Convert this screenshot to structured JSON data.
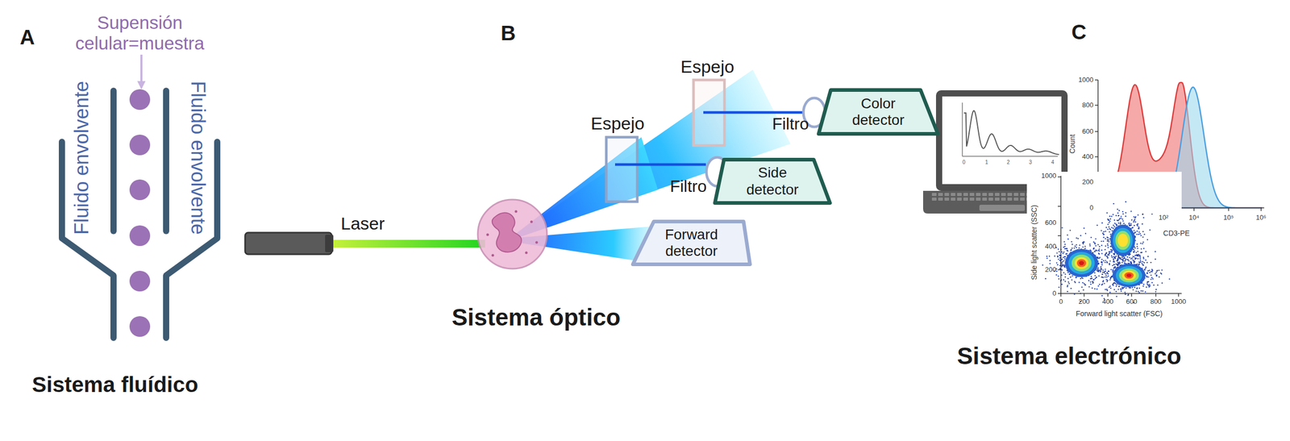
{
  "diagram": {
    "nodes": [
      {
        "text": [
          "Color detector"
        ]
      },
      {
        "text": [
          "Side detector"
        ]
      },
      {
        "text": [
          "Forward detector"
        ]
      }
    ],
    "labels": [
      "A",
      "Supensión celular=muestra",
      "Fluido envolvente",
      "Fluido envolvente",
      "Sistema fluídico",
      "B",
      "Laser",
      "Espejo",
      "Espejo",
      "Filtro",
      "Filtro",
      "Sistema óptico",
      "C",
      "0",
      "1",
      "2",
      "3",
      "4",
      "1000",
      "800",
      "600",
      "400",
      "200",
      "0",
      "Count",
      "10²",
      "10⁴",
      "10⁵",
      "10⁶",
      "CD3-PE",
      "1000",
      "600",
      "400",
      "200",
      "0",
      "Side light scatter (SSC)",
      "0",
      "200",
      "400",
      "600",
      "800",
      "1000",
      "Forward light scatter (FSC)",
      "Sistema electrónico"
    ]
  }
}
